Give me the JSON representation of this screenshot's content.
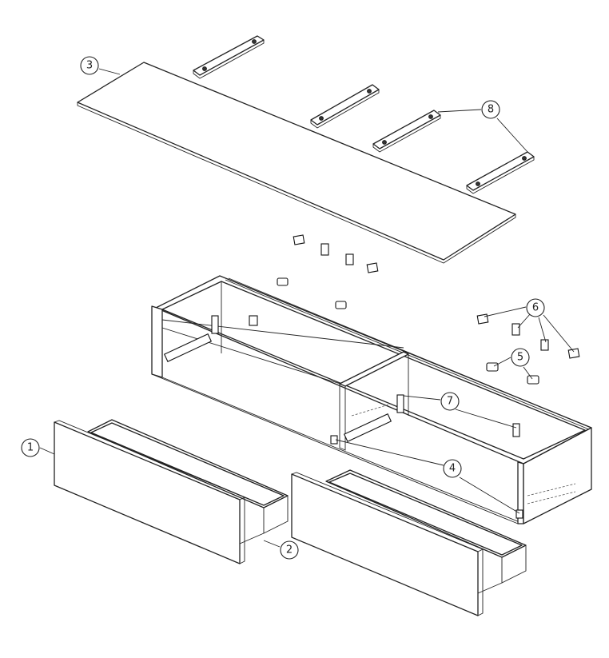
{
  "diagram": {
    "type": "exploded assembly drawing",
    "callouts": [
      {
        "id": "1",
        "label": "1"
      },
      {
        "id": "2",
        "label": "2"
      },
      {
        "id": "3",
        "label": "3"
      },
      {
        "id": "4",
        "label": "4"
      },
      {
        "id": "5",
        "label": "5"
      },
      {
        "id": "6",
        "label": "6"
      },
      {
        "id": "7",
        "label": "7"
      },
      {
        "id": "8",
        "label": "8"
      }
    ],
    "colors": {
      "line": "#222222",
      "background": "#ffffff"
    }
  }
}
